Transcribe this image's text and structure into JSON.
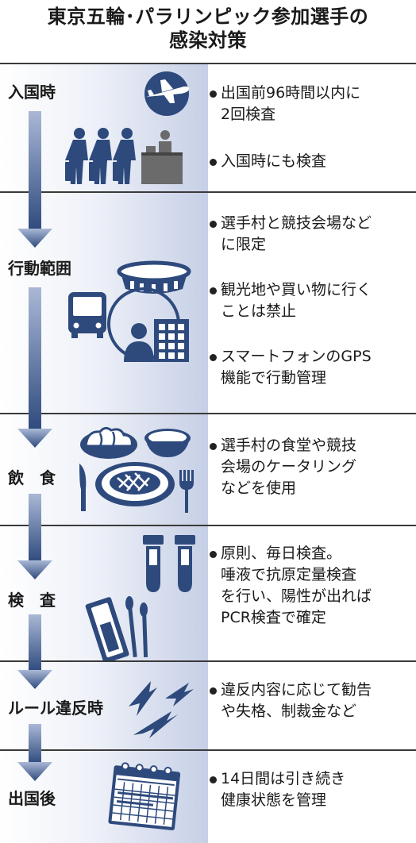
{
  "title": {
    "line1": "東京五輪･パラリンピック参加選手の",
    "line2": "感染対策"
  },
  "stages": [
    {
      "label": "入国時",
      "bullets": [
        "出国前96時間以内に\n2回検査",
        "入国時にも検査"
      ]
    },
    {
      "label": "行動範囲",
      "bullets": [
        "選手村と競技会場など\nに限定",
        "観光地や買い物に行く\nことは禁止",
        "スマートフォンのGPS\n機能で行動管理"
      ]
    },
    {
      "label": "飲　食",
      "bullets": [
        "選手村の食堂や競技\n会場のケータリング\nなどを使用"
      ]
    },
    {
      "label": "検　査",
      "bullets": [
        "原則、毎日検査。\n唾液で抗原定量検査\nを行い、陽性が出れば\nPCR検査で確定"
      ]
    },
    {
      "label": "ルール違反時",
      "bullets": [
        "違反内容に応じて勧告\nや失格、制裁金など"
      ]
    },
    {
      "label": "出国後",
      "bullets": [
        "14日間は引き続き\n健康状態を管理"
      ]
    }
  ],
  "colors": {
    "accent": "#2e4a7d",
    "panel": "#c6cfe6"
  },
  "icons": [
    "airplane-icon",
    "travelers-icon",
    "stadium-icon",
    "bus-icon",
    "person-icon",
    "building-icon",
    "bread-icon",
    "bowl-icon",
    "plate-icon",
    "fork-icon",
    "knife-icon",
    "test-tube-icon",
    "swab-icon",
    "lightning-icon",
    "calendar-icon"
  ]
}
